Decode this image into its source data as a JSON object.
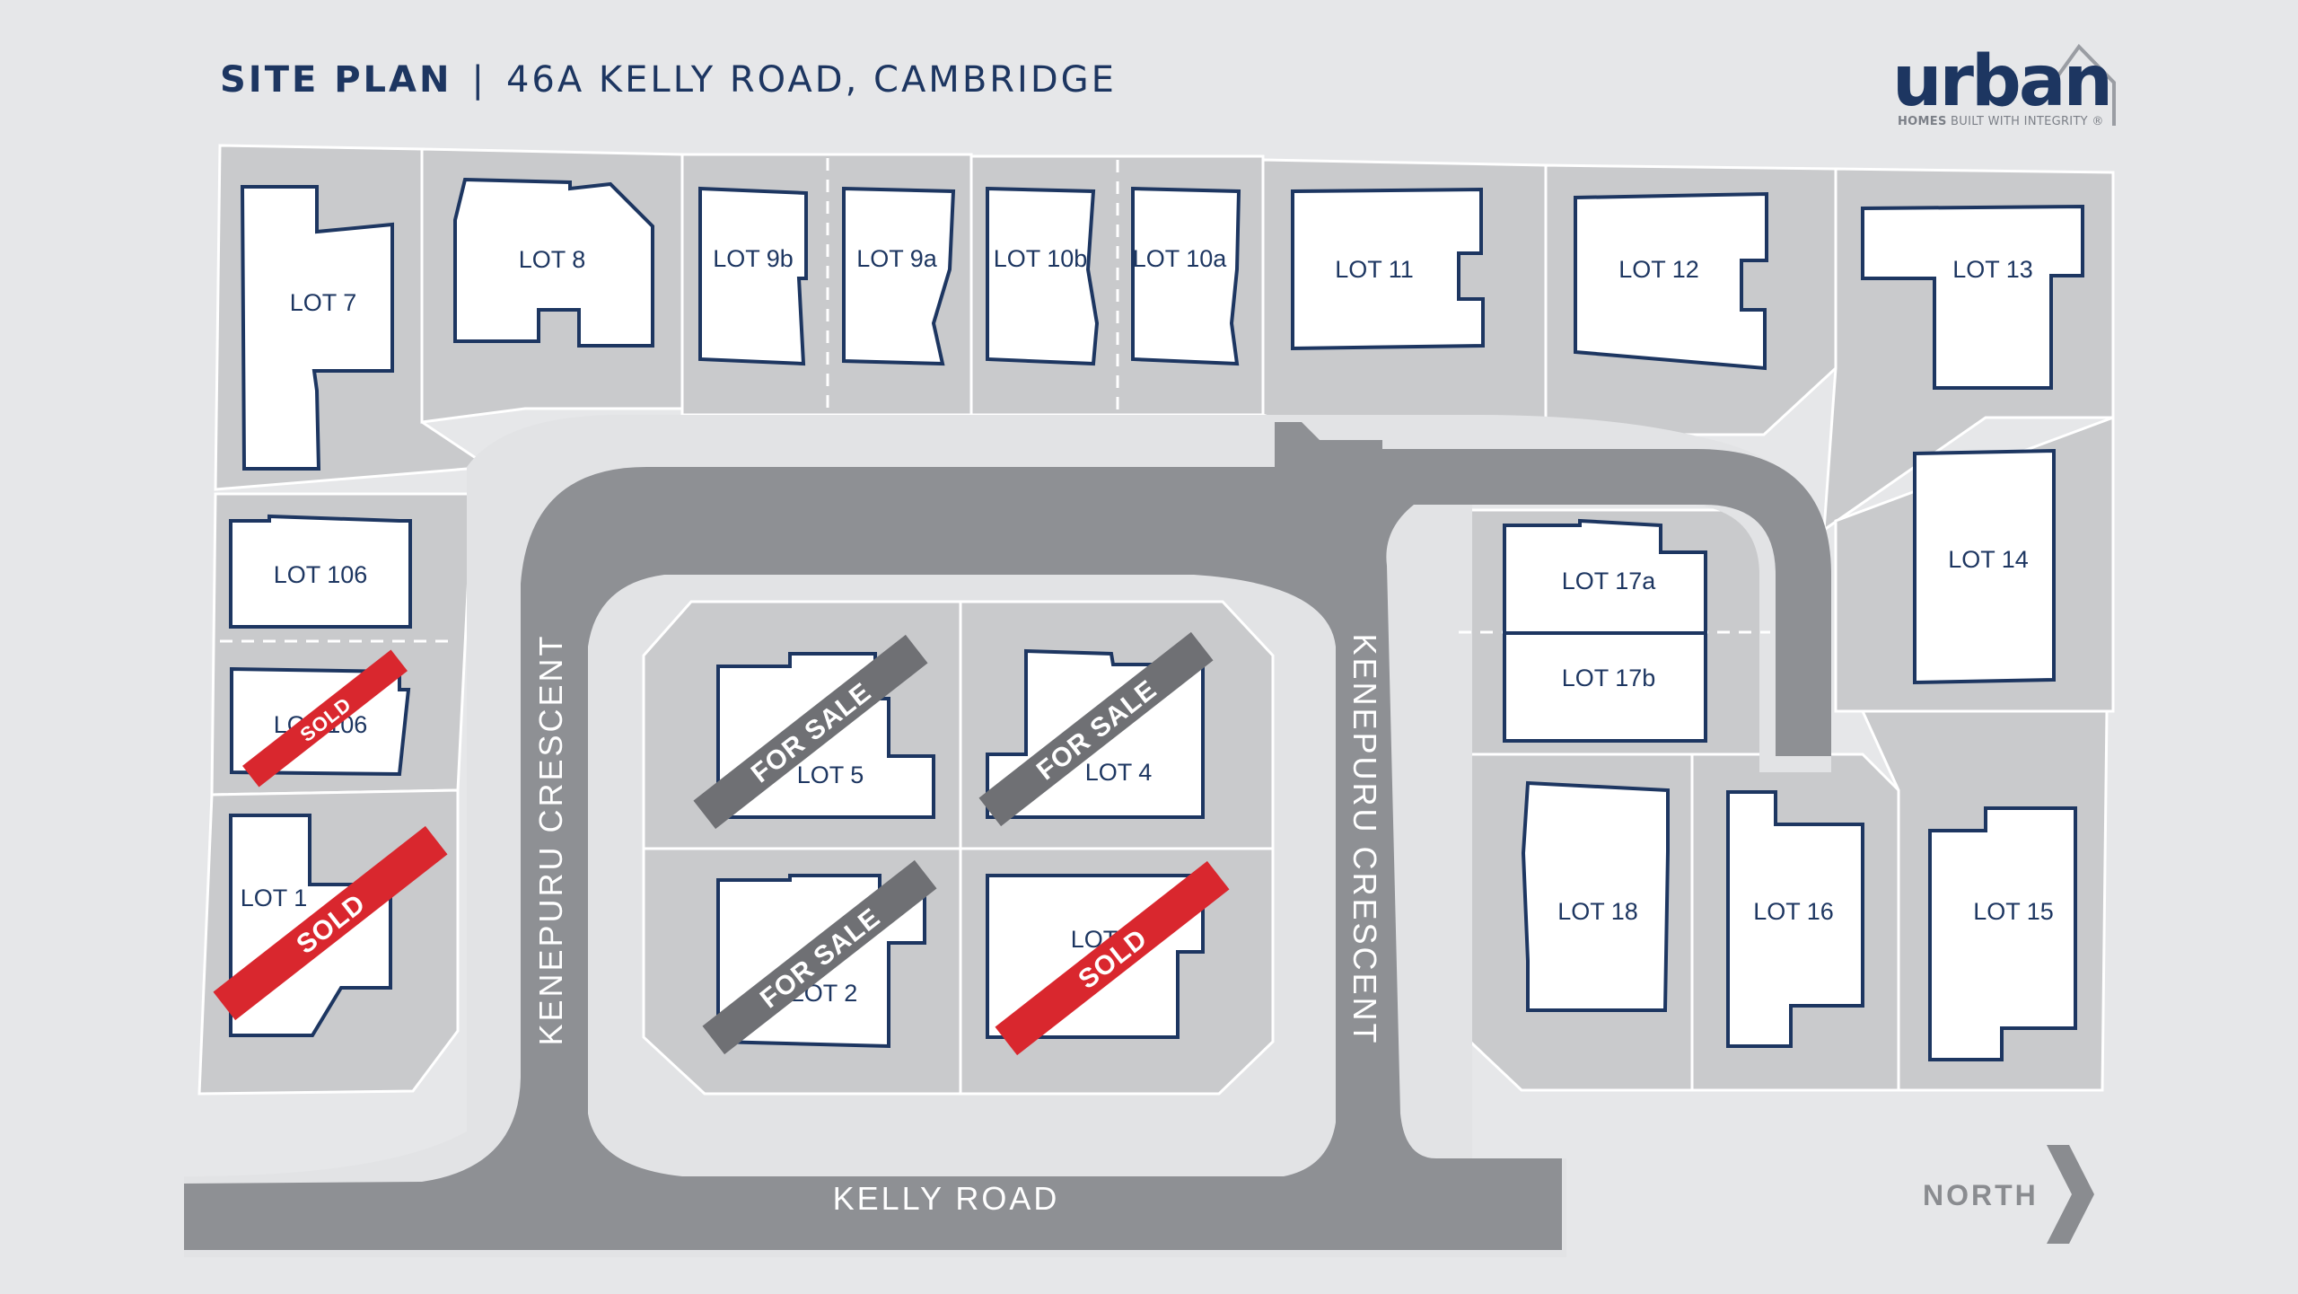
{
  "header": {
    "title_bold": "SITE PLAN",
    "separator": "|",
    "address": "46A KELLY ROAD, CAMBRIDGE"
  },
  "logo": {
    "word": "urban",
    "tag_bold": "HOMES",
    "tag_rest": " BUILT WITH INTEGRITY",
    "registered": "®"
  },
  "roads": {
    "kenepuru_left": "KENEPURU CRESCENT",
    "kenepuru_right": "KENEPURU CRESCENT",
    "kelly": "KELLY ROAD"
  },
  "north": {
    "label": "NORTH",
    "icon": "chevron-right-icon"
  },
  "colors": {
    "background": "#e6e7e9",
    "lot_fill": "#c9cacc",
    "road": "#8e9094",
    "house_outline": "#1d3661",
    "sold": "#d9272e",
    "for_sale": "#6f7074",
    "brand_navy": "#1d3661"
  },
  "lots": {
    "lot7": "LOT 7",
    "lot8": "LOT 8",
    "lot9b": "LOT 9b",
    "lot9a": "LOT 9a",
    "lot10b": "LOT 10b",
    "lot10a": "LOT 10a",
    "lot11": "LOT 11",
    "lot12": "LOT 12",
    "lot13": "LOT 13",
    "lot106a": "LOT 106",
    "lot106b": "LOT 106",
    "lot1": "LOT 1",
    "lot5": "LOT 5",
    "lot4": "LOT 4",
    "lot2": "LOT 2",
    "lot3": "LOT 3",
    "lot17a": "LOT 17a",
    "lot17b": "LOT 17b",
    "lot14": "LOT 14",
    "lot18": "LOT 18",
    "lot16": "LOT 16",
    "lot15": "LOT 15"
  },
  "statuses": {
    "lot106b": "SOLD",
    "lot1": "SOLD",
    "lot5": "FOR SALE",
    "lot4": "FOR SALE",
    "lot2": "FOR SALE",
    "lot3": "SOLD"
  }
}
